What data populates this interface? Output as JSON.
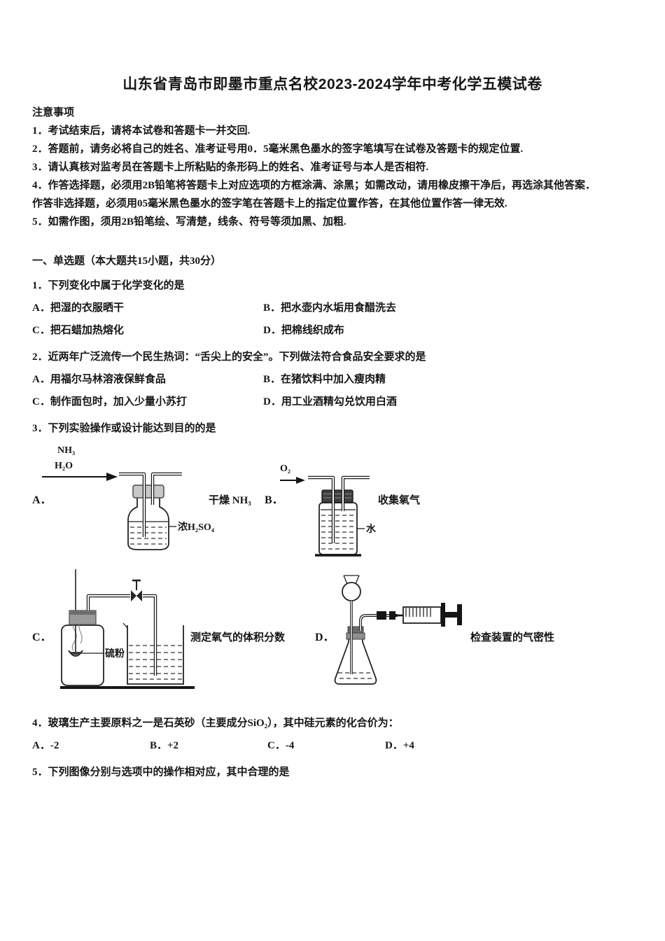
{
  "page": {
    "title": "山东省青岛市即墨市重点名校2023-2024学年中考化学五模试卷"
  },
  "notice": {
    "heading": "注意事项",
    "items": [
      "1．考试结束后，请将本试卷和答题卡一并交回.",
      "2．答题前，请务必将自己的姓名、准考证号用0．5毫米黑色墨水的签字笔填写在试卷及答题卡的规定位置.",
      "3．请认真核对监考员在答题卡上所粘贴的条形码上的姓名、准考证号与本人是否相符.",
      "4．作答选择题，必须用2B铅笔将答题卡上对应选项的方框涂满、涂黑；如需改动，请用橡皮擦干净后，再选涂其他答案．作答非选择题，必须用05毫米黑色墨水的签字笔在答题卡上的指定位置作答，在其他位置作答一律无效.",
      "5．如需作图，须用2B铅笔绘、写清楚，线条、符号等须加黑、加粗."
    ]
  },
  "section1": {
    "heading": "一、单选题（本大题共15小题，共30分）",
    "questions": [
      {
        "stem": "1．下列变化中属于化学变化的是",
        "options": [
          "A．把湿的衣服晒干",
          "B．把水壶内水垢用食醋洗去",
          "C．把石蜡加热熔化",
          "D．把棉线织成布"
        ]
      },
      {
        "stem": "2．近两年广泛流传一个民生热词：“舌尖上的安全”。下列做法符合食品安全要求的是",
        "options": [
          "A．用福尔马林溶液保鲜食品",
          "B．在猪饮料中加入瘦肉精",
          "C．制作面包时，加入少量小苏打",
          "D．用工业酒精勾兑饮用白酒"
        ]
      },
      {
        "stem": "3．下列实验操作或设计能达到目的的是",
        "apparatus": [
          {
            "label": "A．",
            "top_label": "NH₃",
            "top_label2": "H₂O",
            "inner_label": "浓H₂SO₄",
            "caption": "干燥 NH₃"
          },
          {
            "label": "B．",
            "top_label": "O₂",
            "inner_label": "水",
            "caption": "收集氧气"
          },
          {
            "label": "C．",
            "inner_label": "硫粉",
            "caption": "测定氧气的体积分数"
          },
          {
            "label": "D．",
            "caption": "检查装置的气密性"
          }
        ]
      },
      {
        "stem": "4．玻璃生产主要原料之一是石英砂（主要成分SiO₂），其中硅元素的化合价为：",
        "options": [
          "A．-2",
          "B．+2",
          "C．-4",
          "D．+4"
        ]
      },
      {
        "stem": "5．下列图像分别与选项中的操作相对应，其中合理的是"
      }
    ]
  }
}
